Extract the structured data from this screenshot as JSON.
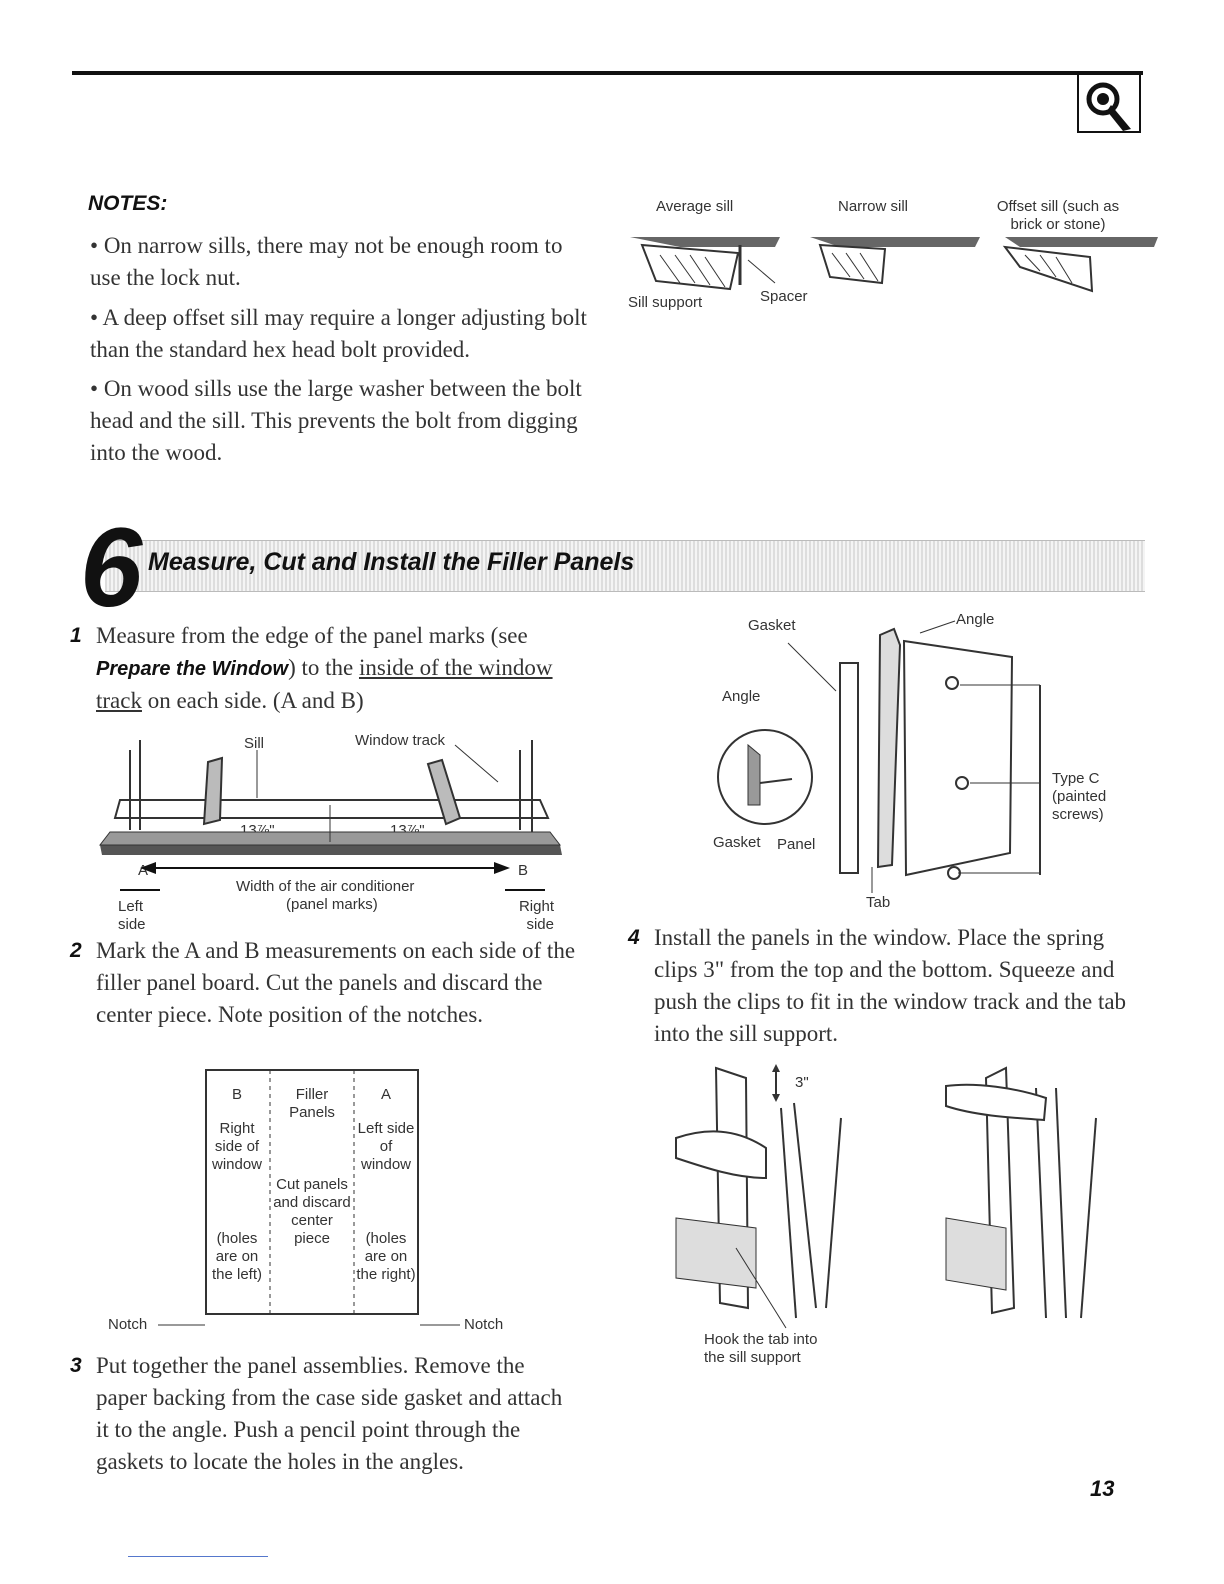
{
  "notes": {
    "title": "NOTES:",
    "items": [
      "On narrow sills, there may not be enough room to use the lock nut.",
      "A deep offset sill may require a longer adjusting bolt than the standard hex head bolt provided.",
      "On wood sills use the large washer between the bolt head and the sill. This prevents the bolt from digging into the wood."
    ]
  },
  "sill_figure": {
    "average": "Average sill",
    "narrow": "Narrow sill",
    "offset": "Offset sill (such as brick or stone)",
    "sill_support": "Sill support",
    "spacer": "Spacer"
  },
  "section": {
    "number": "6",
    "title": "Measure, Cut and Install the Filler Panels"
  },
  "steps": {
    "s1": {
      "num": "1",
      "text_a": "Measure from the edge of the panel marks (see ",
      "ref": "Prepare the Window",
      "text_b": ") to the ",
      "underline": "inside of the window track",
      "text_c": " on each side. (A and B)"
    },
    "s2": {
      "num": "2",
      "text": "Mark the A and B measurements on each side of the filler panel board. Cut the panels and discard the center piece. Note position of the notches."
    },
    "s3": {
      "num": "3",
      "text": "Put together the panel assemblies. Remove the paper backing from the case side gasket and attach it to the angle. Push a pencil point through the gaskets to locate the holes in the angles."
    },
    "s4": {
      "num": "4",
      "text": "Install the panels in the window. Place the spring clips 3\" from the top and the bottom. Squeeze and push the clips to fit in the window track and the tab into the sill support."
    }
  },
  "window_figure": {
    "sill": "Sill",
    "window_track": "Window track",
    "dim_left": "13⅞\"",
    "dim_right": "13⅞\"",
    "a": "A",
    "b": "B",
    "width_label": "Width of the air conditioner",
    "panel_marks": "(panel marks)",
    "left_side": "Left side",
    "right_side": "Right side"
  },
  "filler_figure": {
    "b": "B",
    "right_side": "Right side of window",
    "holes_left": "(holes are on the left)",
    "filler": "Filler Panels",
    "cut": "Cut panels and discard center piece",
    "a": "A",
    "left_side": "Left side of window",
    "holes_right": "(holes are on the right)",
    "notch_left": "Notch",
    "notch_right": "Notch"
  },
  "assembly_figure": {
    "gasket_top": "Gasket",
    "angle_top": "Angle",
    "angle_left": "Angle",
    "gasket_bottom": "Gasket",
    "panel": "Panel",
    "type_c": "Type C (painted screws)",
    "tab": "Tab"
  },
  "install_figure": {
    "three_in": "3\"",
    "hook": "Hook the tab into the sill support"
  },
  "page_number": "13"
}
